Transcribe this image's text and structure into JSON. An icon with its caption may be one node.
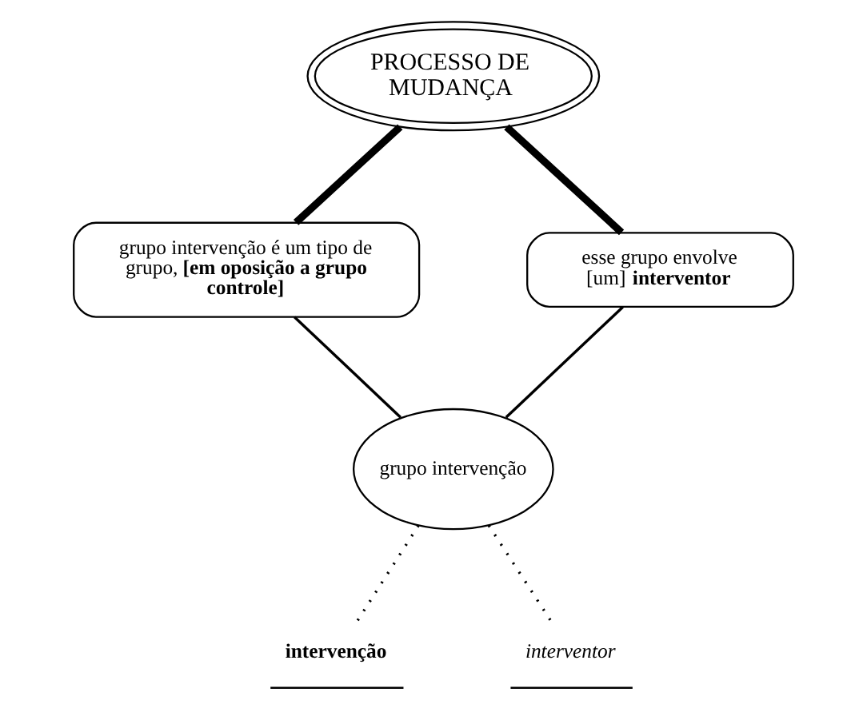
{
  "diagram": {
    "nodes": [
      {
        "text": [
          "PROCESSO DE MUDANÇA"
        ]
      },
      {
        "text": [
          "grupo intervenção é um tipo de grupo, **[em oposição a grupo controle]**"
        ]
      },
      {
        "text": [
          "esse grupo envolve [um] **interventor**"
        ]
      },
      {
        "text": [
          "grupo intervenção"
        ]
      },
      {
        "text": [
          "intervenção"
        ]
      },
      {
        "text": [
          "interventor"
        ]
      }
    ],
    "edges": [
      {
        "from": 0,
        "to": 1,
        "arrow": "none",
        "style": "thick"
      },
      {
        "from": 0,
        "to": 2,
        "arrow": "none",
        "style": "thick"
      },
      {
        "from": 1,
        "to": 3,
        "arrow": "none"
      },
      {
        "from": 2,
        "to": 3,
        "arrow": "none"
      },
      {
        "from": 3,
        "to": 4,
        "arrow": "none",
        "style": "dashed"
      },
      {
        "from": 3,
        "to": 5,
        "arrow": "none",
        "style": "dashed"
      }
    ]
  }
}
